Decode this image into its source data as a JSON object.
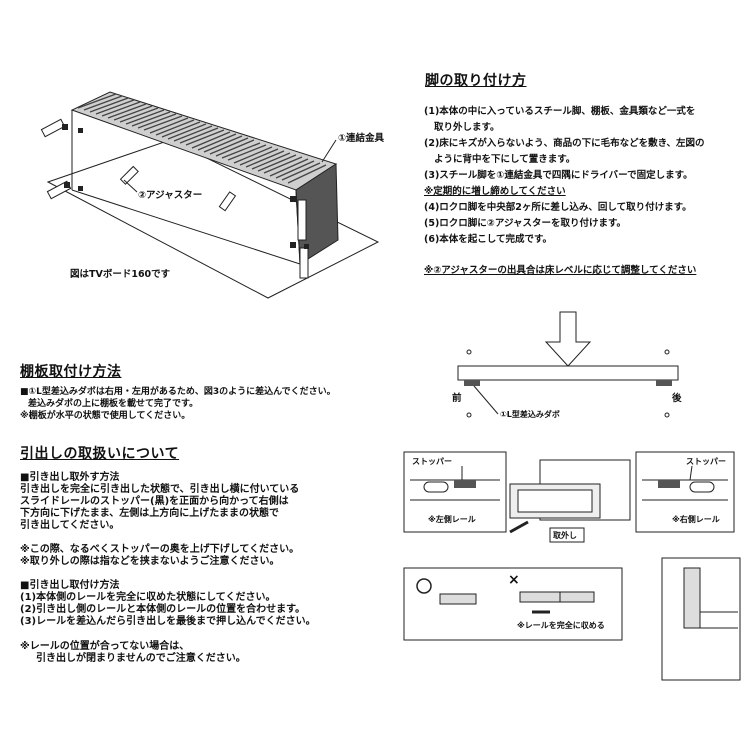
{
  "legs": {
    "title": "脚の取り付け方",
    "steps": [
      "(1)本体の中に入っているスチール脚、棚板、金具類など一式を",
      "取り外します。",
      "(2)床にキズが入らないよう、商品の下に毛布などを敷き、左図の",
      "ように背中を下にして置きます。",
      "(3)スチール脚を①連結金具で四隅にドライバーで固定します。",
      "※定期的に増し締めしてください",
      "(4)ロクロ脚を中央部2ヶ所に差し込み、回して取り付けます。",
      "(5)ロクロ脚に②アジャスターを取り付けます。",
      "(6)本体を起こして完成です。"
    ],
    "note": "※②アジャスターの出具合は床レベルに応じて調整してください"
  },
  "top_figure": {
    "label_connector": "①連結金具",
    "label_adjuster": "②アジャスター",
    "caption": "図はTVボード160です"
  },
  "shelf": {
    "title": "棚板取付け方法",
    "lines": [
      "■①L型差込みダボは右用・左用があるため、図3のように差込んでください。",
      "差込みダボの上に棚板を載せて完了です。",
      "※棚板が水平の状態で使用してください。"
    ],
    "front": "前",
    "back": "後",
    "dowel_label": "①L型差込みダボ"
  },
  "drawer": {
    "title": "引出しの取扱いについて",
    "remove_heading": "■引き出し取外す方法",
    "remove_lines": [
      "引き出しを完全に引き出した状態で、引き出し横に付いている",
      "スライドレールのストッパー(黒)を正面から向かって右側は",
      "下方向に下げたまま、左側は上方向に上げたままの状態で",
      "引き出してください。"
    ],
    "caution_lines": [
      "※この際、なるべくストッパーの奥を上げ下げしてください。",
      "※取り外しの際は指などを挟まないようご注意ください。"
    ],
    "attach_heading": "■引き出し取付け方法",
    "attach_lines": [
      "(1)本体側のレールを完全に収めた状態にしてください。",
      "(2)引き出し側のレールと本体側のレールの位置を合わせます。",
      "(3)レールを差込んだら引き出しを最後まで押し込んでください。"
    ],
    "warning_lines": [
      "※レールの位置が合ってない場合は、",
      "引き出しが閉まりませんのでご注意ください。"
    ],
    "stopper": "ストッパー",
    "left_rail": "※左側レール",
    "right_rail": "※右側レール",
    "remove_label": "取外し",
    "rail_note": "※レールを完全に収める",
    "circle_mark": "○",
    "cross_mark": "×"
  }
}
